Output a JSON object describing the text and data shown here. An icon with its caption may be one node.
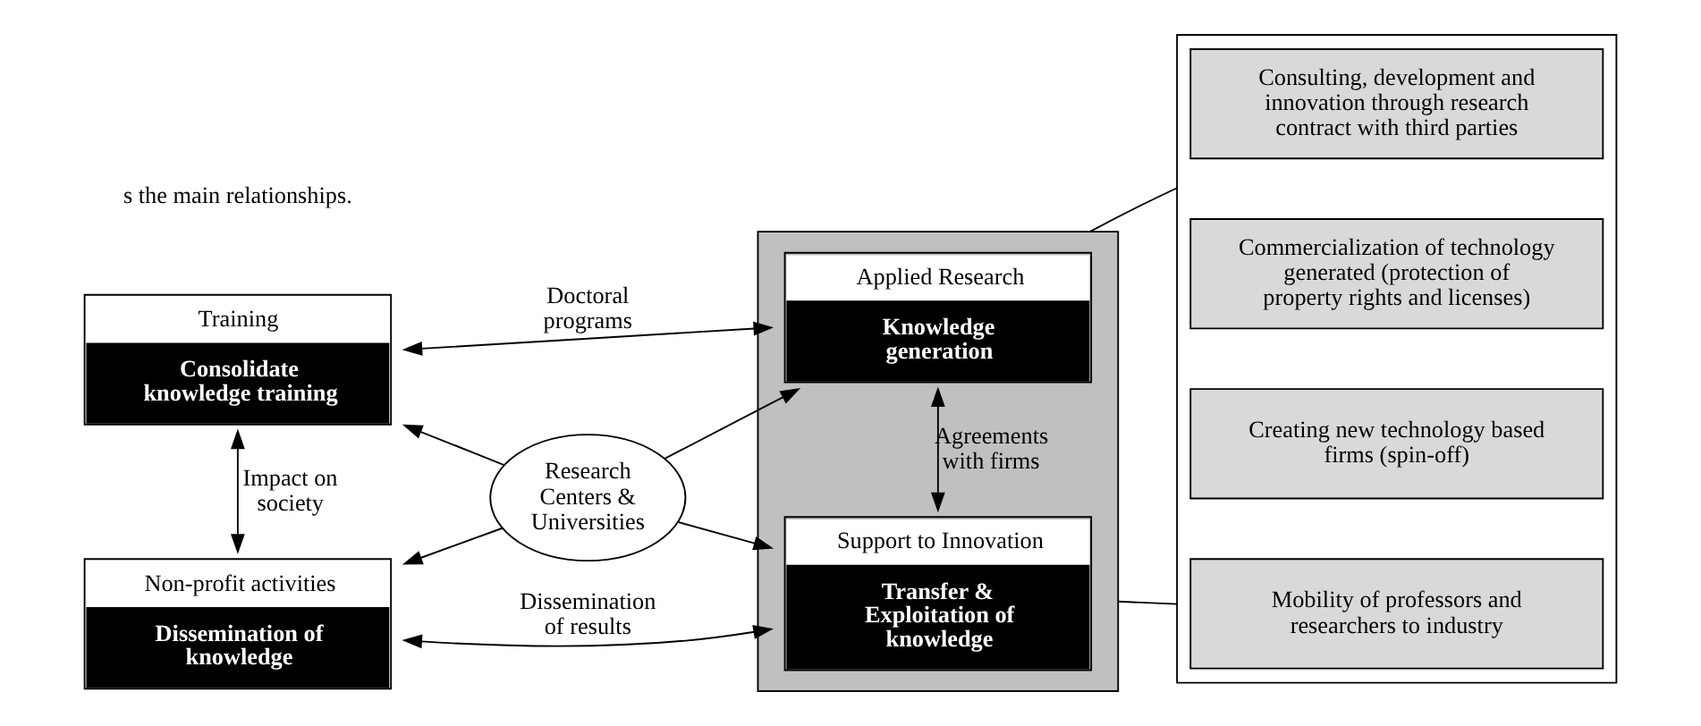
{
  "diagram": {
    "nodes": [
      {
        "text": [
          "Training",
          "Consolidate knowledge training"
        ]
      },
      {
        "text": [],
        "shape": "box"
      },
      {
        "text": [
          "Applied Research",
          "Knowledge generation"
        ],
        "in": 1
      },
      {
        "text": [],
        "shape": "box"
      },
      {
        "text": [
          "Consulting, development and innovation through research contract with third parties"
        ],
        "in": 3
      },
      {
        "text": [
          "Commercialization of technology generated (protection of property rights and licenses)"
        ],
        "in": 3
      },
      {
        "text": [
          "Creating new technology based firms (spin-off)"
        ],
        "in": 3
      },
      {
        "text": [
          "Mobility of professors and researchers to industry"
        ],
        "in": 3
      },
      {
        "text": [
          "Research Centers & Universities"
        ]
      },
      {
        "text": [
          "Non-profit activities",
          "Dissemination of knowledge"
        ]
      },
      {
        "text": [
          "Support to Innovation",
          "Transfer & Exploitation of knowledge"
        ],
        "in": 1
      }
    ],
    "edges": [
      {
        "from": 0,
        "to": 2,
        "arrow": "both",
        "label": "Doctoral programs"
      },
      {
        "from": 0,
        "to": 9,
        "arrow": "both",
        "label": "Impact on society"
      },
      {
        "from": 2,
        "to": 10,
        "arrow": "both",
        "label": "Agreements with firms"
      },
      {
        "from": 9,
        "to": 10,
        "arrow": "both",
        "label": "Dissemination of results"
      },
      {
        "from": 8,
        "to": 0,
        "arrow": "to"
      },
      {
        "from": 8,
        "to": 2,
        "arrow": "to"
      },
      {
        "from": 8,
        "to": 9,
        "arrow": "to"
      },
      {
        "from": 8,
        "to": 10,
        "arrow": "to"
      },
      {
        "from": 1,
        "to": 3,
        "arrow": "none"
      },
      {
        "from": 1,
        "to": 3,
        "arrow": "none"
      }
    ],
    "labels": [
      "s the main relationships."
    ]
  }
}
